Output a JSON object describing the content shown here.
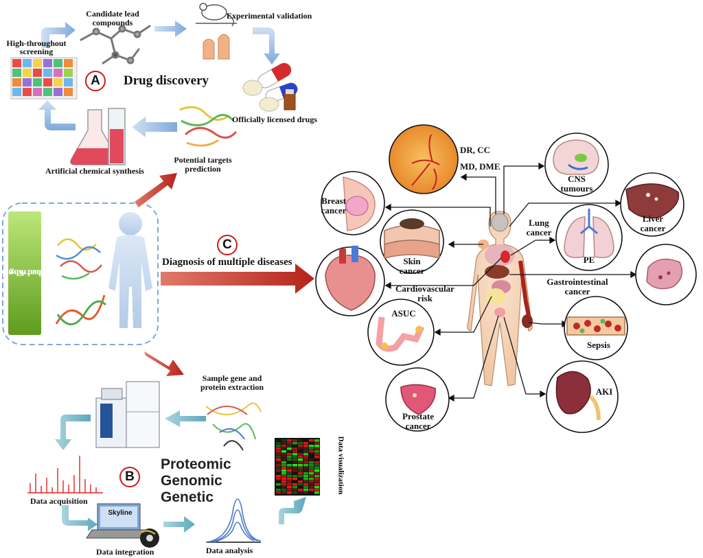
{
  "section_a": {
    "badge": "A",
    "title": "Drug discovery",
    "steps": {
      "screening": "High-throughout screening",
      "candidates": "Candidate lead compounds",
      "validation": "Experimental validation",
      "licensed": "Officially licensed drugs",
      "targets": "Potential targets prediction",
      "synthesis": "Artificial chemical synthesis"
    }
  },
  "model": {
    "label_line1": "Trained AI-oriented",
    "label_line2": "machine learning model"
  },
  "section_c": {
    "badge": "C",
    "title": "Diagnosis of multiple diseases"
  },
  "diseases": {
    "eye": "DR, CC",
    "eye2": "MD, DME",
    "cns": "CNS tumours",
    "breast": "Breast cancer",
    "liver": "Liver cancer",
    "skin": "Skin cancer",
    "lung": "Lung cancer",
    "pe": "PE",
    "cardio": "Cardiovascular risk",
    "gi": "Gastrointestinal cancer",
    "asuc": "ASUC",
    "sepsis": "Sepsis",
    "prostate": "Prostate cancer",
    "aki": "AKI"
  },
  "section_b": {
    "badge": "B",
    "omics": [
      "Proteomic",
      "Genomic",
      "Genetic"
    ],
    "steps": {
      "extraction": "Sample gene and protein extraction",
      "acquisition": "Data acquisition",
      "integration": "Data integration",
      "software": "Skyline",
      "analysis": "Data analysis",
      "visualization": "Data visualization"
    }
  },
  "colors": {
    "red_arrow": "#c0281c",
    "blue_arrow": "#8fb8e0",
    "teal_arrow": "#6fb2c4",
    "badge_ring": "#d31818",
    "model_green": "#6aa82a",
    "dashed_border": "#7fa8d8"
  }
}
